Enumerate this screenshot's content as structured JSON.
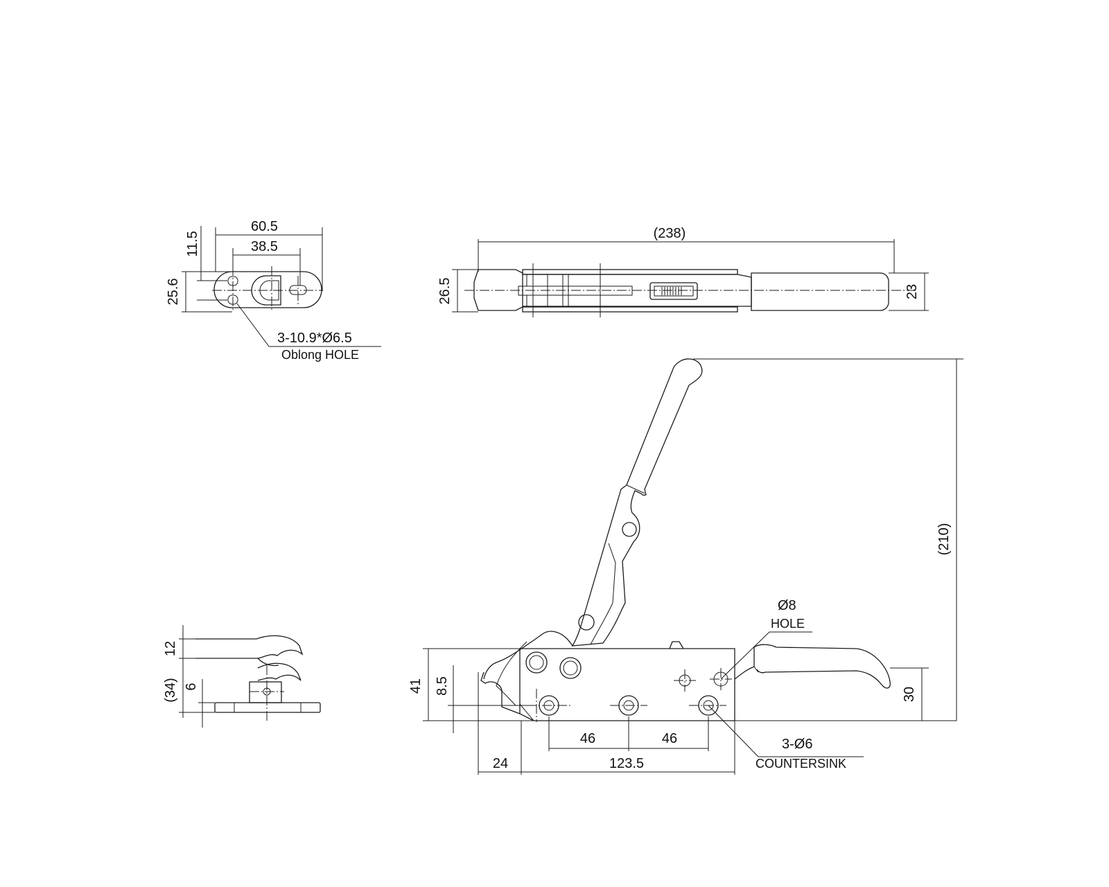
{
  "dimensions": {
    "top_left": {
      "width_overall": "60.5",
      "slot_pitch": "38.5",
      "offset_top": "11.5",
      "height": "25.6",
      "hole_spec": "3-10.9*Ø6.5",
      "hole_type": "Oblong HOLE"
    },
    "top_view": {
      "overall_length": "(238)",
      "width_left": "26.5",
      "handle_width": "23"
    },
    "side_small": {
      "height_top": "12",
      "height_total": "(34)",
      "height_base": "6"
    },
    "front_view": {
      "base_height": "41",
      "hole_height": "8.5",
      "hole_pitch_1": "46",
      "hole_pitch_2": "46",
      "nose_length": "24",
      "base_length": "123.5",
      "handle_height": "30",
      "overall_height": "(210)",
      "pin_hole": "Ø8",
      "pin_hole_type": "HOLE",
      "mount_hole": "3-Ø6",
      "mount_hole_type": "COUNTERSINK"
    }
  },
  "colors": {
    "line": "#1a1a1a",
    "background": "#ffffff"
  }
}
